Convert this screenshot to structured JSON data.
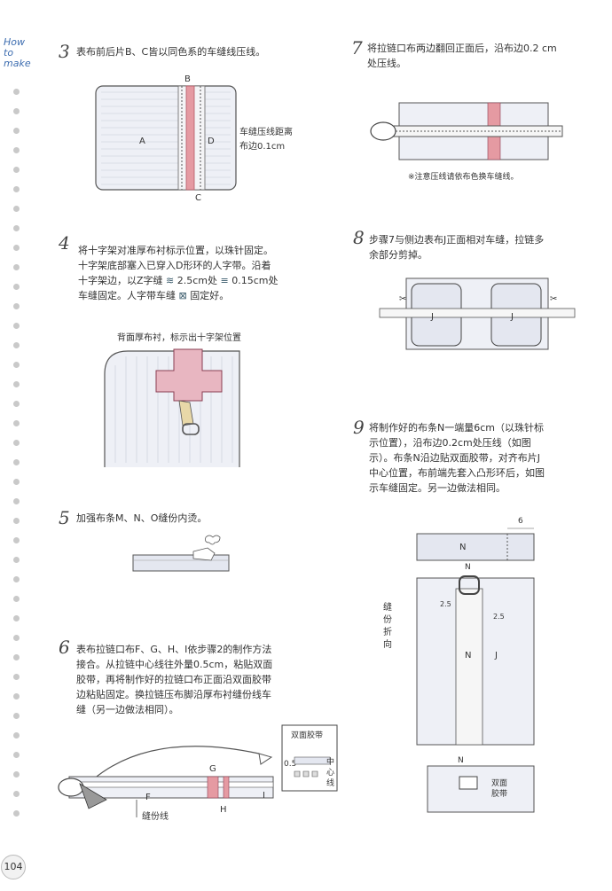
{
  "sidebar": {
    "how": "How",
    "to": "to",
    "make": "make",
    "page_number": "104"
  },
  "steps": {
    "s3": {
      "num": "3",
      "text": "表布前后片B、C皆以同色系的车缝线压线。"
    },
    "s4": {
      "num": "4",
      "line1": "将十字架对准厚布衬标示位置，以珠针固定。",
      "line2": "十字架底部塞入已穿入D形环的人字带。沿着",
      "line3a": "十字架边，以Z字缝",
      "line3b": "2.5cm处",
      "line3c": "0.15cm处",
      "line4a": "车缝固定。人字带车缝",
      "line4b": "固定好。"
    },
    "s5": {
      "num": "5",
      "text": "加强布条M、N、O缝份内烫。"
    },
    "s6": {
      "num": "6",
      "line1": "表布拉链口布F、G、H、I依步骤2的制作方法",
      "line2": "接合。从拉链中心线往外量0.5cm，粘贴双面",
      "line3": "胶带，再将制作好的拉链口布正面沿双面胶带",
      "line4": "边粘贴固定。换拉链压布脚沿厚布衬缝份线车",
      "line5": "缝（另一边做法相同）。"
    },
    "s7": {
      "num": "7",
      "line1": "将拉链口布两边翻回正面后，沿布边0.2 cm",
      "line2": "处压线。"
    },
    "s8": {
      "num": "8",
      "line1": "步骤7与侧边表布J正面相对车缝，拉链多",
      "line2": "余部分剪掉。"
    },
    "s9": {
      "num": "9",
      "line1": "将制作好的布条N一端量6cm（以珠针标",
      "line2": "示位置），沿布边0.2cm处压线（如图",
      "line3": "示）。布条N沿边贴双面胶带，对齐布片J",
      "line4": "中心位置，布前端先套入凸形环后，如图",
      "line5": "示车缝固定。另一边做法相同。"
    }
  },
  "labels": {
    "fig3_a": "A",
    "fig3_b": "B",
    "fig3_c": "C",
    "fig3_d": "D",
    "fig3_note1": "车缝压线距离",
    "fig3_note2": "布边0.1cm",
    "fig4_caption": "背面厚布衬，标示出十字架位置",
    "fig6_tape": "双面胶带",
    "fig6_half": "0.5",
    "fig6_center1": "中",
    "fig6_center2": "心",
    "fig6_center3": "线",
    "fig6_f": "F",
    "fig6_g": "G",
    "fig6_h": "H",
    "fig6_i": "I",
    "fig6_seam": "缝份线",
    "fig7_note": "※注意压线请依布色换车缝线。",
    "fig8_j1": "J",
    "fig8_j2": "J",
    "fig9_six": "6",
    "fig9_n1": "N",
    "fig9_n2": "N",
    "fig9_n3": "N",
    "fig9_n4": "N",
    "fig9_j": "J",
    "fig9_25a": "2.5",
    "fig9_25b": "2.5",
    "fig9_fold1": "缝",
    "fig9_fold2": "份",
    "fig9_fold3": "折",
    "fig9_fold4": "向",
    "fig9_tape1": "双面",
    "fig9_tape2": "胶带"
  }
}
